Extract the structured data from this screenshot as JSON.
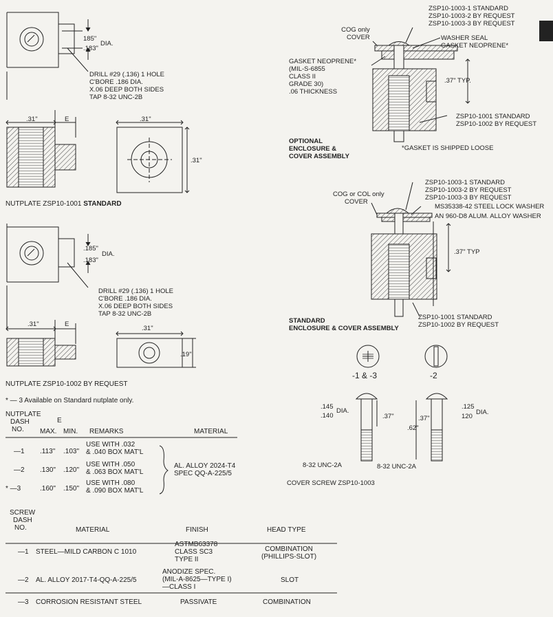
{
  "nutplate_standard": {
    "dim_185": "185\"",
    "dim_183": ".183\"",
    "dia": "DIA.",
    "drill_note": [
      "DRILL #29 (.136) 1 HOLE",
      "C'BORE .186 DIA.",
      "X.06 DEEP BOTH SIDES",
      "TAP 8-32 UNC-2B"
    ],
    "dim_31_left": ".31\"",
    "dim_E": "E",
    "dim_31_top": ".31\"",
    "dim_31_right": ".31\"",
    "caption": "NUTPLATE ZSP10-1001 ",
    "caption_bold": "STANDARD"
  },
  "nutplate_request": {
    "dim_185": ".185\"",
    "dim_183": ".183\"",
    "dia": "DIA.",
    "drill_note": [
      "DRILL #29 (.136) 1 HOLE",
      "C'BORE .186 DIA.",
      "X.06 DEEP BOTH SIDES",
      "TAP 8-32 UNC-2B"
    ],
    "dim_31_left": ".31\"",
    "dim_E": "E",
    "dim_31_top": ".31\"",
    "dim_19": ".19\"",
    "caption": "NUTPLATE ZSP10-1002 BY REQUEST",
    "footnote": "* — 3 Available on Standard nutplate only."
  },
  "optional_assembly": {
    "screw_labels": [
      "ZSP10-1003-1 STANDARD",
      "ZSP10-1003-2 BY REQUEST",
      "ZSP10-1003-3 BY REQUEST"
    ],
    "cog_label": [
      "COG only",
      "COVER"
    ],
    "washer_seal": "WASHER SEAL",
    "gasket_top": "GASKET NEOPRENE*",
    "gasket_left": [
      "GASKET NEOPRENE*",
      "(MIL-S-6855",
      "CLASS II",
      "GRADE 30)",
      ".06 THICKNESS"
    ],
    "typ": ".37\" TYP.",
    "nutplate_labels": [
      "ZSP10-1001 STANDARD",
      "ZSP10-1002 BY REQUEST"
    ],
    "note": "*GASKET IS SHIPPED LOOSE",
    "title": [
      "OPTIONAL",
      "ENCLOSURE &",
      "COVER ASSEMBLY"
    ]
  },
  "standard_assembly": {
    "screw_labels": [
      "ZSP10-1003-1 STANDARD",
      "ZSP10-1003-2 BY REQUEST",
      "ZSP10-1003-3 BY REQUEST"
    ],
    "cog_label": [
      "COG or COL only",
      "COVER"
    ],
    "lock_washer": "MS35338-42 STEEL LOCK WASHER",
    "alloy_washer": "AN 960-D8 ALUM. ALLOY WASHER",
    "typ": ".37\" TYP",
    "nutplate_labels": [
      "ZSP10-1001 STANDARD",
      "ZSP10-1002 BY REQUEST"
    ],
    "title": [
      "STANDARD",
      "ENCLOSURE & COVER ASSEMBLY"
    ]
  },
  "cover_screw": {
    "head_left_label": "-1 & -3",
    "head_right_label": "-2",
    "dim_145": ".145",
    "dim_140": ".140",
    "dia_left": "DIA.",
    "dim_125": ".125",
    "dim_120": "120",
    "dia_right": "DIA.",
    "dim_37a": ".37\"",
    "dim_37b": ".37\"",
    "dim_62": ".62\"",
    "thread_left": "8-32 UNC-2A",
    "thread_right": "8-32 UNC-2A",
    "caption": "COVER SCREW ZSP10-1003"
  },
  "nutplate_table": {
    "header": [
      "NUTPLATE",
      "DASH",
      "NO.",
      "E",
      "MAX.",
      "MIN.",
      "REMARKS",
      "MATERIAL"
    ],
    "rows": [
      {
        "dash": "—1",
        "max": ".113\"",
        "min": ".103\"",
        "remarks": [
          "USE WITH .032",
          "& .040 BOX MAT'L"
        ]
      },
      {
        "dash": "—2",
        "max": ".130\"",
        "min": ".120\"",
        "remarks": [
          "USE WITH .050",
          "& .063 BOX MAT'L"
        ]
      },
      {
        "dash": "* —3",
        "max": ".160\"",
        "min": ".150\"",
        "remarks": [
          "USE WITH .080",
          "& .090 BOX MAT'L"
        ]
      }
    ],
    "material": [
      "AL. ALLOY 2024-T4",
      "SPEC QQ-A-225/5"
    ]
  },
  "screw_table": {
    "header": [
      "SCREW",
      "DASH",
      "NO.",
      "MATERIAL",
      "FINISH",
      "HEAD TYPE"
    ],
    "rows": [
      {
        "dash": "—1",
        "material": "STEEL—MILD CARBON C 1010",
        "finish": [
          "ASTMB63378",
          "CLASS SC3",
          "TYPE II"
        ],
        "head": [
          "COMBINATION",
          "(PHILLIPS-SLOT)"
        ]
      },
      {
        "dash": "—2",
        "material": "AL. ALLOY 2017-T4-QQ-A-225/5",
        "finish": [
          "ANODIZE SPEC.",
          "(MIL-A-8625—TYPE I)",
          "—CLASS I"
        ],
        "head": [
          "SLOT"
        ]
      },
      {
        "dash": "—3",
        "material": "CORROSION RESISTANT STEEL",
        "finish": [
          "PASSIVATE"
        ],
        "head": [
          "COMBINATION"
        ]
      }
    ]
  },
  "colors": {
    "ink": "#222222",
    "paper": "#f4f3ef",
    "hatch": "#555555",
    "ghost": "#d2d0c8"
  }
}
